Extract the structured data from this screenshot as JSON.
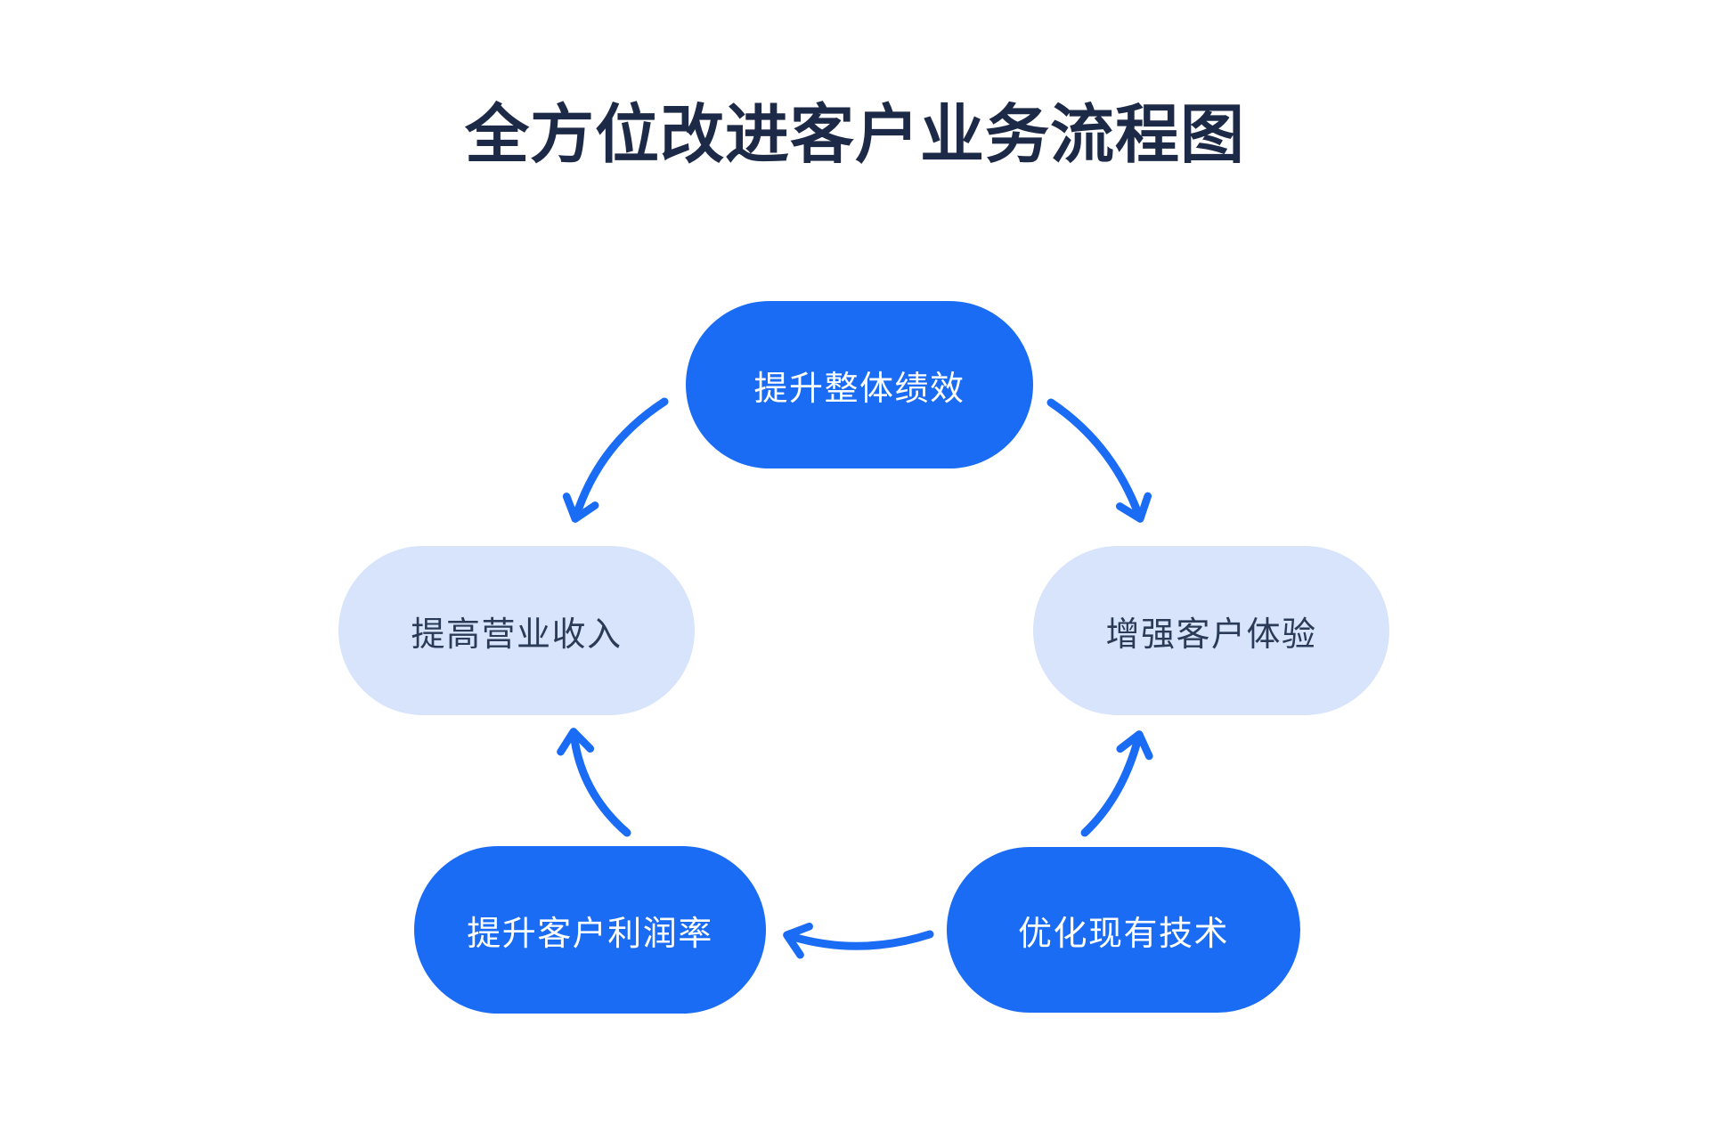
{
  "header": {
    "title": "全方位改进客户业务流程图"
  },
  "colors": {
    "background": "#FFFFFF",
    "primary_blue": "#1B6CF5",
    "light_blue": "#D7E4FB",
    "title_text": "#1D2A47",
    "light_node_text": "#2A3A57",
    "dark_node_text": "#FFFFFF"
  },
  "diagram": {
    "nodes": [
      {
        "id": "improve-overall-performance",
        "label": "提升整体绩效",
        "style": "primary",
        "position": "top-center"
      },
      {
        "id": "increase-revenue",
        "label": "提高营业收入",
        "style": "light",
        "position": "middle-left"
      },
      {
        "id": "enhance-customer-experience",
        "label": "增强客户体验",
        "style": "light",
        "position": "middle-right"
      },
      {
        "id": "improve-customer-profit-margin",
        "label": "提升客户利润率",
        "style": "primary",
        "position": "bottom-left"
      },
      {
        "id": "optimize-existing-technology",
        "label": "优化现有技术",
        "style": "primary",
        "position": "bottom-right"
      }
    ],
    "edges": [
      {
        "from": "提升整体绩效",
        "to": "提高营业收入"
      },
      {
        "from": "提升整体绩效",
        "to": "增强客户体验"
      },
      {
        "from": "提升客户利润率",
        "to": "提高营业收入"
      },
      {
        "from": "优化现有技术",
        "to": "增强客户体验"
      },
      {
        "from": "优化现有技术",
        "to": "提升客户利润率"
      }
    ]
  }
}
